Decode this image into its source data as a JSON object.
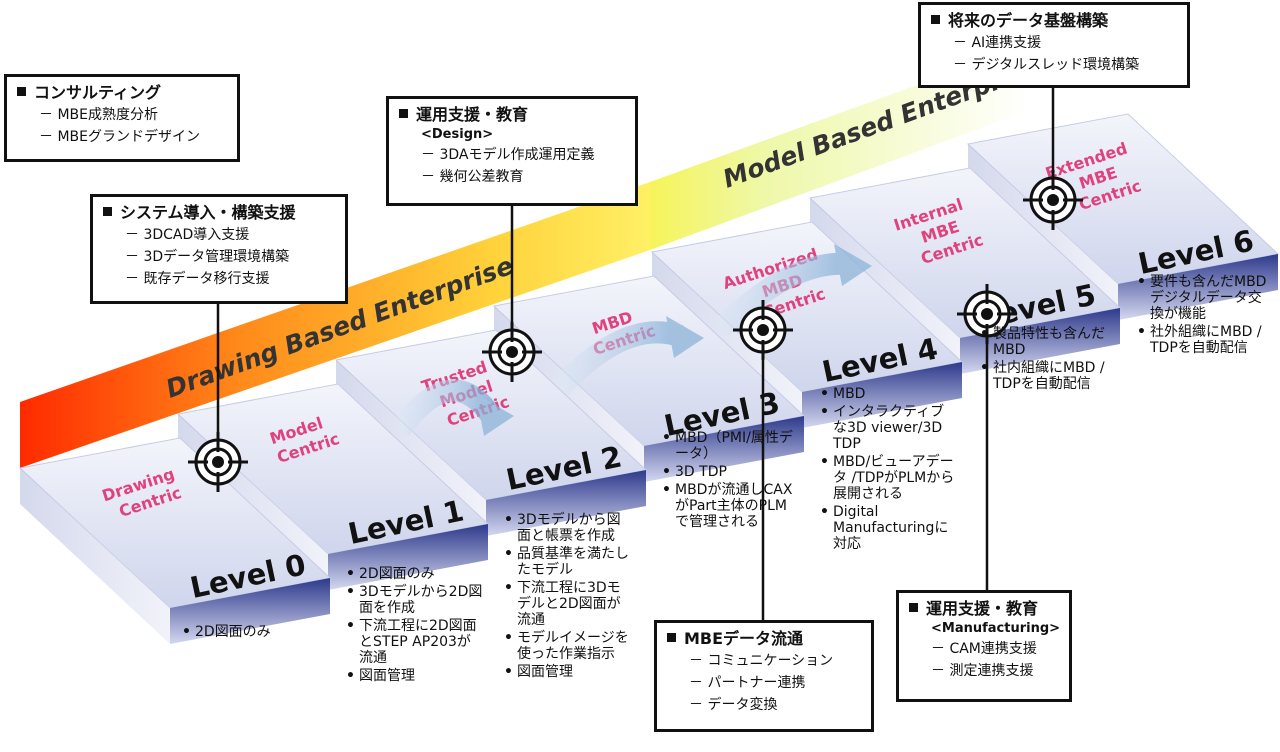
{
  "colors": {
    "step_top": "#dfe3f3",
    "step_front": "#454f9b",
    "stage_text": "#e0427d",
    "level_text": "#111111",
    "banner_left": "#ff2a00",
    "banner_right": "#fffde0",
    "arrow": "#8db4d8"
  },
  "banners": {
    "drawing": "Drawing Based Enterprise",
    "model": "Model Based Enterprise"
  },
  "steps": [
    {
      "level": "Level 0",
      "stage": [
        "Drawing",
        "Centric"
      ],
      "bullets": [
        "2D図面のみ"
      ]
    },
    {
      "level": "Level 1",
      "stage": [
        "Model",
        "Centric"
      ],
      "bullets": [
        "2D図面のみ",
        "3Dモデルから2D図面を作成",
        "下流工程に2D図面とSTEP AP203が流通",
        "図面管理"
      ]
    },
    {
      "level": "Level 2",
      "stage": [
        "Trusted",
        "Model",
        "Centric"
      ],
      "bullets": [
        "3Dモデルから図面と帳票を作成",
        "品質基準を満たしたモデル",
        "下流工程に3Dモデルと2D図面が流通",
        "モデルイメージを使った作業指示",
        "図面管理"
      ]
    },
    {
      "level": "Level 3",
      "stage": [
        "MBD",
        "Centric"
      ],
      "bullets": [
        "MBD（PMI/属性データ）",
        "3D TDP",
        "MBDが流通しCAXがPart主体のPLMで管理される"
      ]
    },
    {
      "level": "Level 4",
      "stage": [
        "Authorized",
        "MBD",
        "Centric"
      ],
      "bullets": [
        "MBD",
        "インタラクティブな3D viewer/3D TDP",
        "MBD/ビューアデータ /TDPがPLMから展開される",
        "Digital Manufacturingに対応"
      ]
    },
    {
      "level": "Level 5",
      "stage": [
        "Internal",
        "MBE",
        "Centric"
      ],
      "bullets": [
        "製品特性も含んだMBD",
        "社内組織にMBD / TDPを自動配信"
      ]
    },
    {
      "level": "Level 6",
      "stage": [
        "Extended",
        "MBE",
        "Centric"
      ],
      "bullets": [
        "要件も含んだMBDデジタルデータ交換が機能",
        "社外組織にMBD / TDPを自動配信"
      ]
    }
  ],
  "callouts": {
    "consulting": {
      "title": "コンサルティング",
      "items": [
        "MBE成熟度分析",
        "MBEグランドデザイン"
      ]
    },
    "system": {
      "title": "システム導入・構築支援",
      "items": [
        "3DCAD導入支援",
        "3Dデータ管理環境構築",
        "既存データ移行支援"
      ]
    },
    "design": {
      "title": "運用支援・教育",
      "sub": "<Design>",
      "items": [
        "3DAモデル作成運用定義",
        "幾何公差教育"
      ]
    },
    "future": {
      "title": "将来のデータ基盤構築",
      "items": [
        "AI連携支援",
        "デジタルスレッド環境構築"
      ]
    },
    "mbe_flow": {
      "title": "MBEデータ流通",
      "items": [
        "コミュニケーション",
        "パートナー連携",
        "データ変換"
      ]
    },
    "manufacturing": {
      "title": "運用支援・教育",
      "sub": "<Manufacturing>",
      "items": [
        "CAM連携支援",
        "測定連携支援"
      ]
    }
  }
}
